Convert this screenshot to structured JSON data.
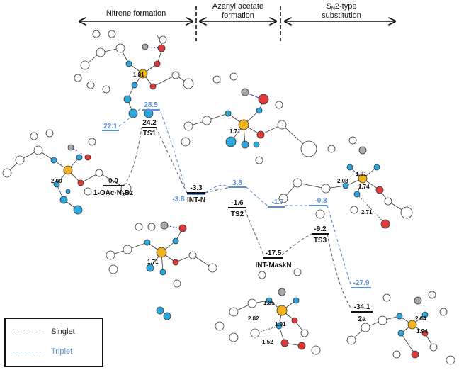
{
  "headers": {
    "phase1": "Nitrene formation",
    "phase2_line1": "Azanyl acetate",
    "phase2_line2": "formation",
    "phase3_line1": "S",
    "phase3_sub": "N",
    "phase3_line1_tail": "2-type",
    "phase3_line2": "substitution"
  },
  "singlet_levels": [
    {
      "id": "s-start",
      "value": "0.0",
      "name": "1-OAc·N",
      "name_sub": "3",
      "name_tail": "Bz"
    },
    {
      "id": "s-ts1",
      "value": "24.2",
      "name": "TS1"
    },
    {
      "id": "s-intn",
      "value": "-3.3",
      "name": "INT-N"
    },
    {
      "id": "s-ts2",
      "value": "-1.6",
      "name": "TS2"
    },
    {
      "id": "s-mask",
      "value": "-17.5",
      "name": "INT-MaskN"
    },
    {
      "id": "s-ts3",
      "value": "-9.2",
      "name": "TS3"
    },
    {
      "id": "s-2a",
      "value": "-34.1",
      "name": "2a"
    }
  ],
  "triplet_levels": [
    {
      "id": "t-start",
      "value": "22.1"
    },
    {
      "id": "t-ts1",
      "value": "28.5"
    },
    {
      "id": "t-intn",
      "value": "-3.8"
    },
    {
      "id": "t-ts2",
      "value": "3.8"
    },
    {
      "id": "t-mid",
      "value": "-1.7"
    },
    {
      "id": "t-ts3",
      "value": "-0.3"
    },
    {
      "id": "t-2a",
      "value": "-27.9"
    }
  ],
  "geometry_labels": {
    "m1": "1.81",
    "m2": "2.00",
    "m3": "1.71",
    "m4": "1.71",
    "m5a": "2.08",
    "m5b": "1.91",
    "m5c": "1.74",
    "m5d": "2.71",
    "m6a": "1.85",
    "m6b": "2.82",
    "m6c": "1.91",
    "m6d": "1.52",
    "m7a": "2.04",
    "m7b": "1.94"
  },
  "legend": {
    "singlet": "Singlet",
    "triplet": "Triplet"
  },
  "colors": {
    "singlet": "#666666",
    "triplet": "#5b8fd4",
    "metal": "#f2b21c",
    "nitrogen": "#2aa8dd",
    "oxygen": "#e03a3a",
    "bond_blue": "#1a1ad0"
  }
}
